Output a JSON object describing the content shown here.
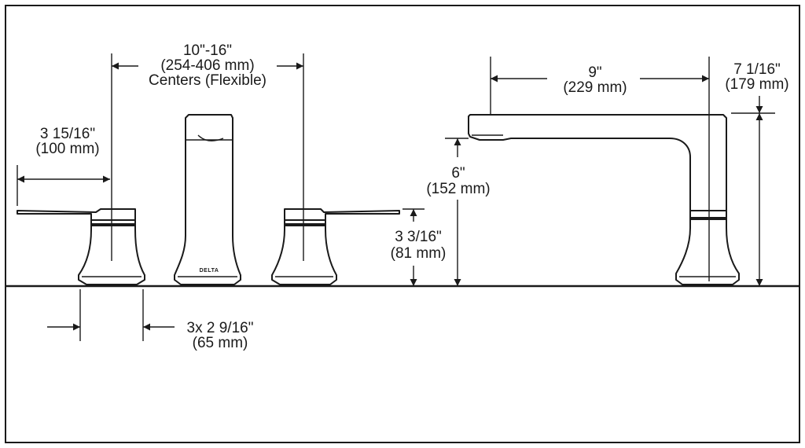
{
  "dimensions": {
    "centers": {
      "line1": "10\"-16\"",
      "line2": "(254-406 mm)",
      "line3": "Centers (Flexible)"
    },
    "handle_reach": {
      "line1": "3 15/16\"",
      "line2": "(100 mm)"
    },
    "handle_height": {
      "line1": "3 3/16\"",
      "line2": "(81 mm)"
    },
    "spout_clearance": {
      "line1": "6\"",
      "line2": "(152 mm)"
    },
    "spout_reach": {
      "line1": "9\"",
      "line2": "(229 mm)"
    },
    "spout_height": {
      "line1": "7 1/16\"",
      "line2": "(179 mm)"
    },
    "base_width": {
      "line1": "3x 2 9/16\"",
      "line2": "(65 mm)"
    }
  },
  "faucet": {
    "brand_mark": "DELTA"
  }
}
